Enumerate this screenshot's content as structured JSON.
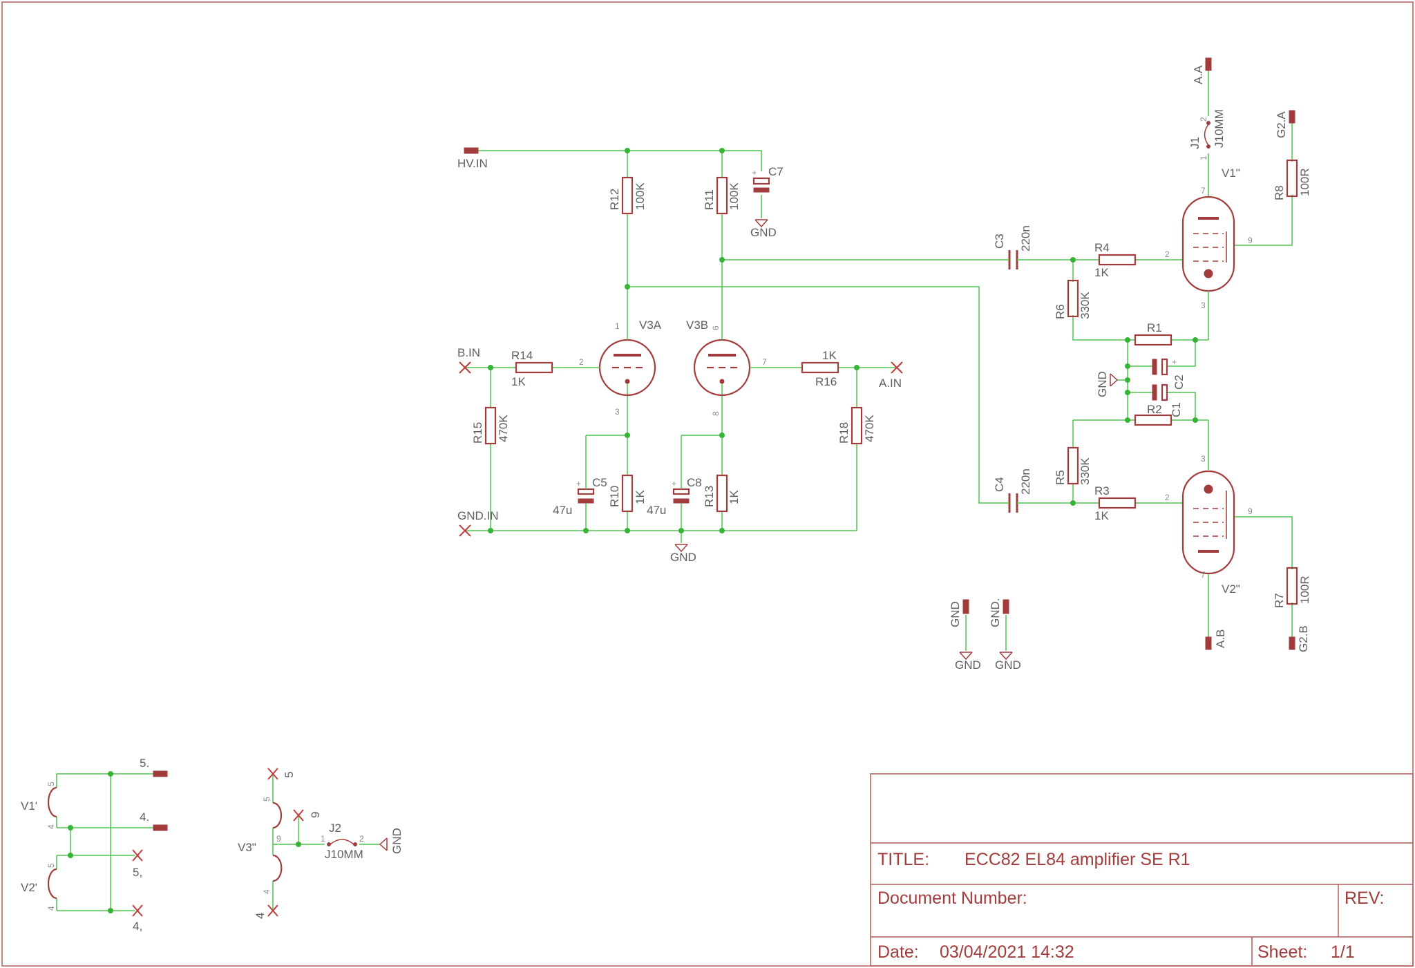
{
  "components": {
    "HV_IN": "HV.IN",
    "B_IN": "B.IN",
    "A_IN": "A.IN",
    "GND_IN": "GND.IN",
    "R12": "R12",
    "R12v": "100K",
    "R11": "R11",
    "R11v": "100K",
    "C7": "C7",
    "R14": "R14",
    "R14v": "1K",
    "R16": "R16",
    "R16v": "1K",
    "R15": "R15",
    "R15v": "470K",
    "R18": "R18",
    "R18v": "470K",
    "C5": "C5",
    "C5v": "47u",
    "C8": "C8",
    "C8v": "47u",
    "R10": "R10",
    "R10v": "1K",
    "R13": "R13",
    "R13v": "1K",
    "V3A": "V3A",
    "V3B": "V3B",
    "C3": "C3",
    "C3v": "220n",
    "C4": "C4",
    "C4v": "220n",
    "R4": "R4",
    "R4v": "1K",
    "R3": "R3",
    "R3v": "1K",
    "R6": "R6",
    "R6v": "330K",
    "R5": "R5",
    "R5v": "330K",
    "R1": "R1",
    "R2": "R2",
    "C1": "C1",
    "C2": "C2",
    "R8": "R8",
    "R8v": "100R",
    "R7": "R7",
    "R7v": "100R",
    "V1pp": "V1\"",
    "V2pp": "V2\"",
    "J1": "J1",
    "J1v": "J10MM",
    "J2": "J2",
    "J2v": "J10MM",
    "AA": "A.A",
    "AB": "A.B",
    "G2A": "G2.A",
    "G2B": "G2.B",
    "GND": "GND",
    "GNDdot": "GND.",
    "V1p": "V1'",
    "V2p": "V2'",
    "V3pp": "V3\"",
    "n5dot": "5.",
    "n4dot": "4.",
    "n5c": "5,",
    "n4c": "4,",
    "n5": "5",
    "n4": "4",
    "n9": "9"
  },
  "title_block": {
    "title_label": "TITLE:",
    "title": "ECC82 EL84 amplifier SE R1",
    "docnum_label": "Document Number:",
    "rev_label": "REV:",
    "date_label": "Date:",
    "date": "03/04/2021 14:32",
    "sheet_label": "Sheet:",
    "sheet": "1/1"
  }
}
